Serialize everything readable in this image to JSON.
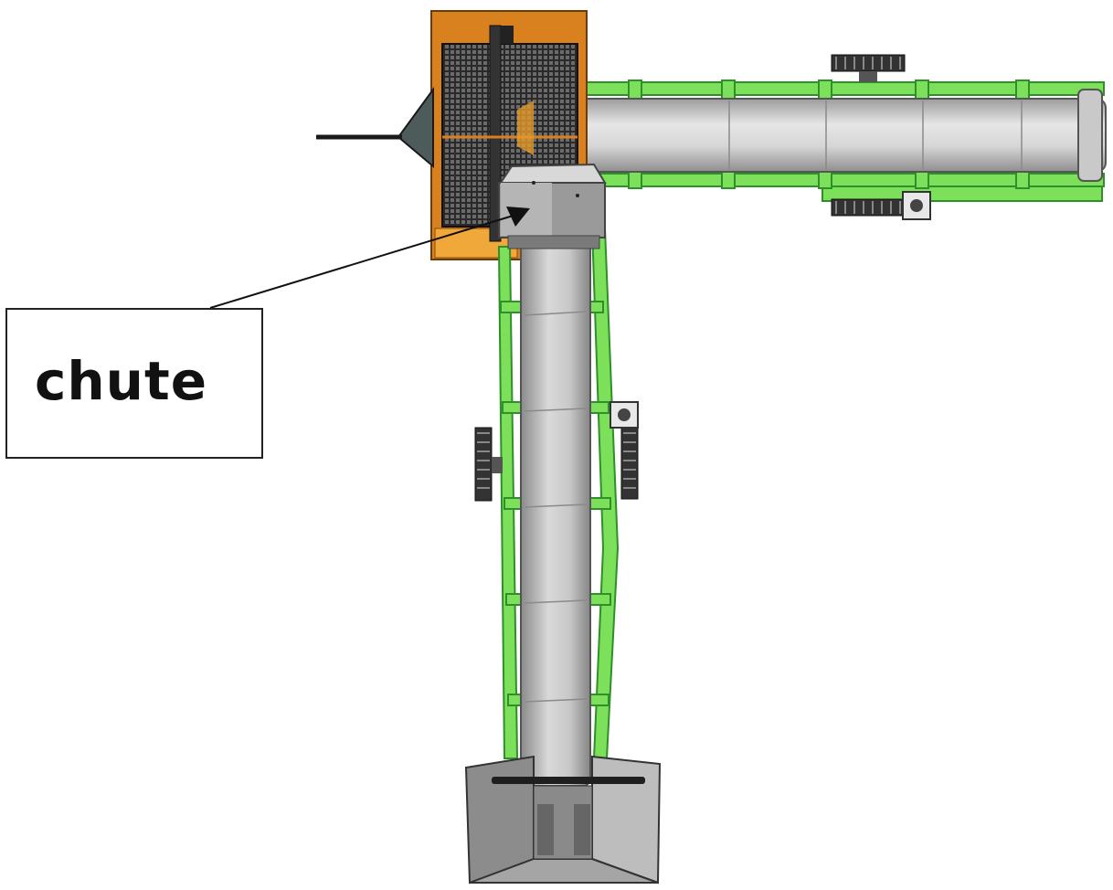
{
  "callout": {
    "label": "chute"
  },
  "colors": {
    "frame_green": "#7de05a",
    "frame_green_dark": "#2f8f2a",
    "hopper_orange": "#d9801f",
    "hopper_orange_light": "#f0a83a",
    "belt_gray": "#b9b9b9",
    "chute_gray": "#9a9a9a",
    "line_dark": "#1a1a1a"
  },
  "components": {
    "hopper": "orange-feed-hopper",
    "horizontal_conveyor": "horizontal-belt-conveyor",
    "vertical_conveyor": "vertical-belt-conveyor",
    "chute": "transfer-chute",
    "discharge_hood": "discharge-hood"
  }
}
